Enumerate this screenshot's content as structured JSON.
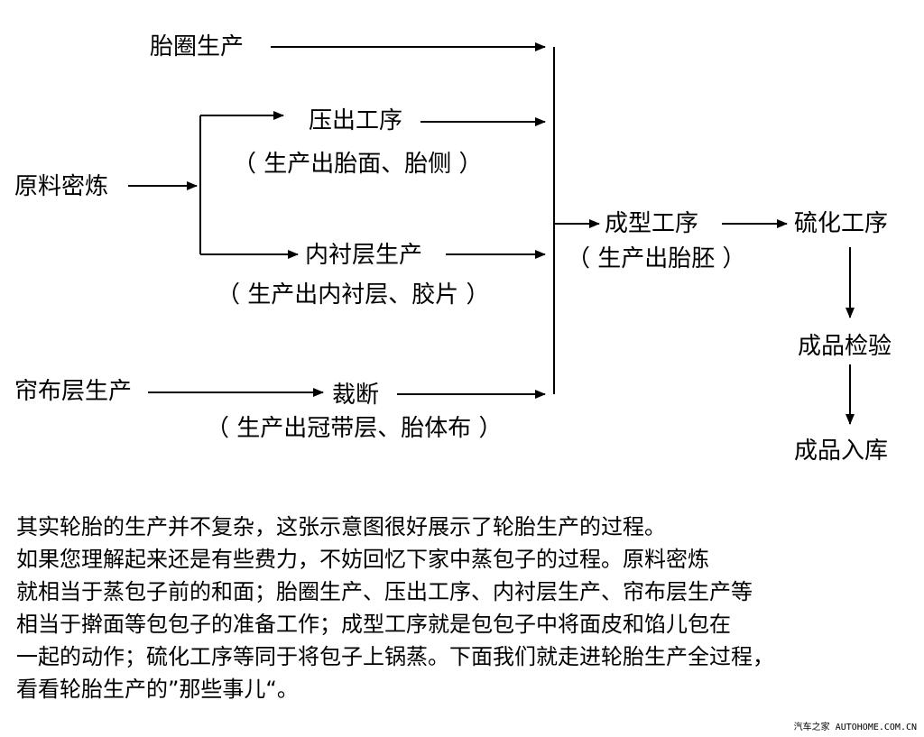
{
  "nodes": {
    "tire_bead": "胎圈生产",
    "extrusion": "压出工序",
    "extrusion_sub": "（ 生产出胎面、胎侧 ）",
    "raw_mixing": "原料密炼",
    "inner_liner": "内衬层生产",
    "inner_liner_sub": "（ 生产出内衬层、胶片 ）",
    "ply": "帘布层生产",
    "cutting": "裁断",
    "cutting_sub": "（ 生产出冠带层、胎体布 ）",
    "building": "成型工序",
    "building_sub": "（ 生产出胎胚 ）",
    "curing": "硫化工序",
    "inspection": "成品检验",
    "warehouse": "成品入库"
  },
  "caption": {
    "lines": [
      "其实轮胎的生产并不复杂，这张示意图很好展示了轮胎生产的过程。",
      "如果您理解起来还是有些费力，不妨回忆下家中蒸包子的过程。原料密炼",
      "就相当于蒸包子前的和面；胎圈生产、压出工序、内衬层生产、帘布层生产等",
      "相当于擀面等包包子的准备工作；成型工序就是包包子中将面皮和馅儿包在",
      "一起的动作；硫化工序等同于将包子上锅蒸。下面我们就走进轮胎生产全过程，",
      "看看轮胎生产的”那些事儿“。"
    ]
  },
  "watermark": "汽车之家 AUTOHOME.COM.CN"
}
